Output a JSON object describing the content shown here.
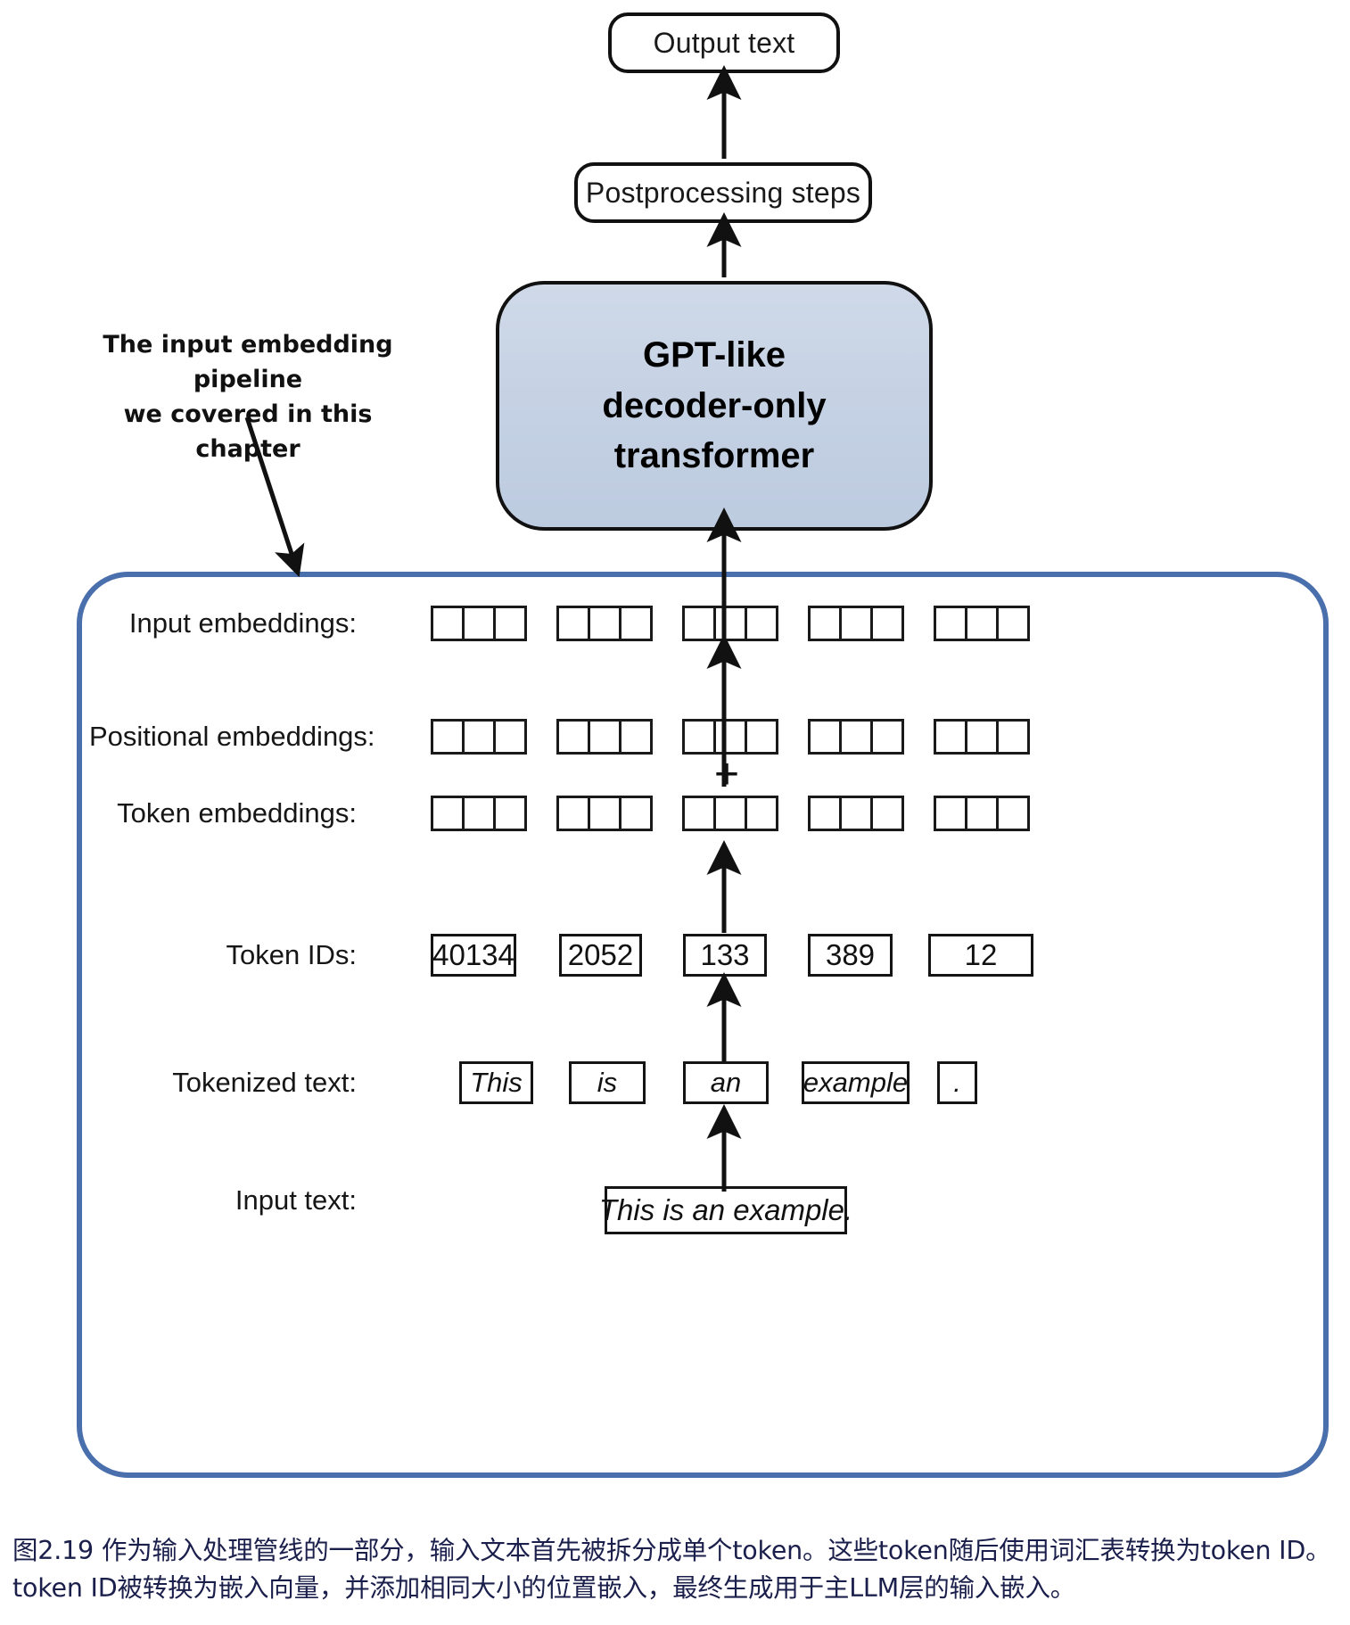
{
  "figure": {
    "top_flow": {
      "output_text": "Output text",
      "postprocessing": "Postprocessing steps",
      "model": "GPT-like\ndecoder-only\ntransformer",
      "model_line1": "GPT-like",
      "model_line2": "decoder-only",
      "model_line3": "transformer"
    },
    "annotation": {
      "line1": "The input embedding pipeline",
      "line2": "we covered in this chapter"
    },
    "rows": [
      {
        "key": "input_embeddings",
        "label": "Input embeddings:",
        "type": "cells",
        "groups": 5,
        "cells_per_group": 3
      },
      {
        "key": "positional_embeddings",
        "label": "Positional embeddings:",
        "type": "cells",
        "groups": 5,
        "cells_per_group": 3
      },
      {
        "key": "token_embeddings",
        "label": "Token embeddings:",
        "type": "cells",
        "groups": 5,
        "cells_per_group": 3
      },
      {
        "key": "token_ids",
        "label": "Token IDs:",
        "type": "values",
        "values": [
          "40134",
          "2052",
          "133",
          "389",
          "12"
        ]
      },
      {
        "key": "tokenized_text",
        "label": "Tokenized text:",
        "type": "values",
        "values": [
          "This",
          "is",
          "an",
          "example",
          "."
        ]
      },
      {
        "key": "input_text",
        "label": "Input text:",
        "type": "single",
        "values": [
          "This is an example."
        ]
      }
    ],
    "operator": "+",
    "caption": "图2.19 作为输入处理管线的一部分，输入文本首先被拆分成单个token。这些token随后使用词汇表转换为token ID。token ID被转换为嵌入向量，并添加相同大小的位置嵌入，最终生成用于主LLM层的输入嵌入。",
    "colors": {
      "container_border": "#4a6fad",
      "model_fill": "#c6d2e4",
      "stroke": "#111111",
      "caption_text": "#1b1f4b"
    }
  }
}
